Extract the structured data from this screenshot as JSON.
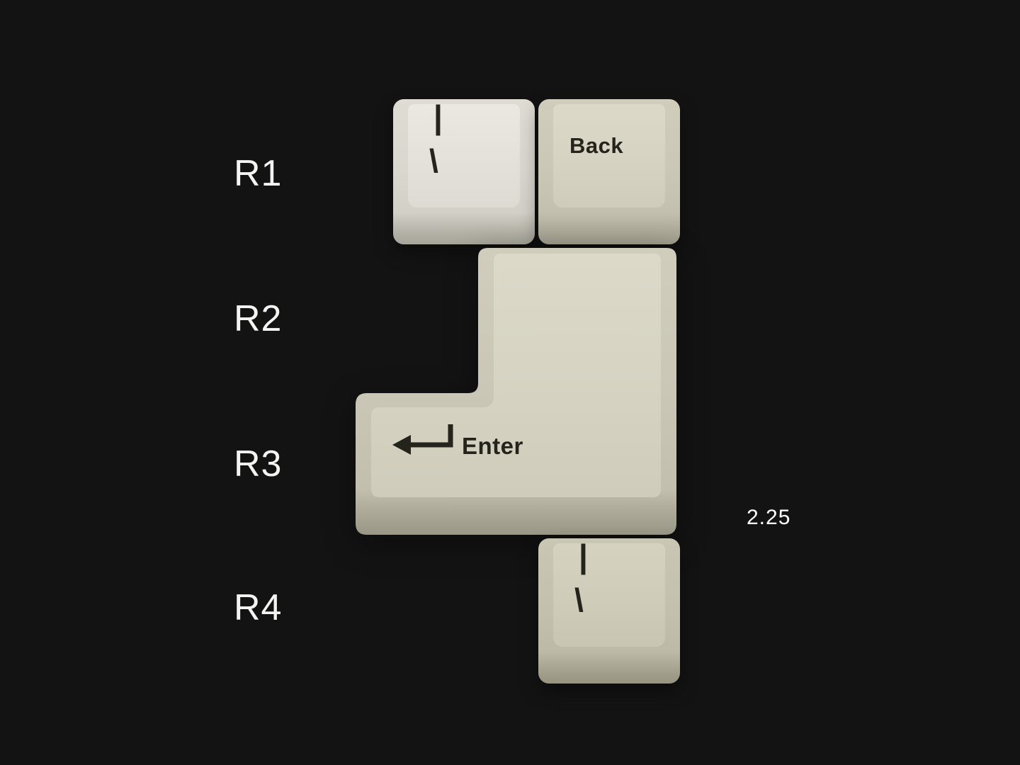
{
  "stage": {
    "background": "#131313"
  },
  "rows": [
    {
      "label": "R1"
    },
    {
      "label": "R2"
    },
    {
      "label": "R3"
    },
    {
      "label": "R4"
    }
  ],
  "keys": {
    "backslash_r1": {
      "legend_top": "|",
      "legend_bottom": "\\"
    },
    "back": {
      "label": "Back"
    },
    "enter": {
      "label": "Enter",
      "size_label": "2.25"
    },
    "backslash_r4": {
      "legend_top": "|",
      "legend_bottom": "\\"
    }
  },
  "colors": {
    "background": "#131313",
    "row_label_text": "#f4f4f2",
    "keycap_light_face": "#e3e1d9",
    "keycap_beige_face": "#d6d3c3",
    "legend": "#24241c",
    "size_label_text": "#ffffff"
  }
}
